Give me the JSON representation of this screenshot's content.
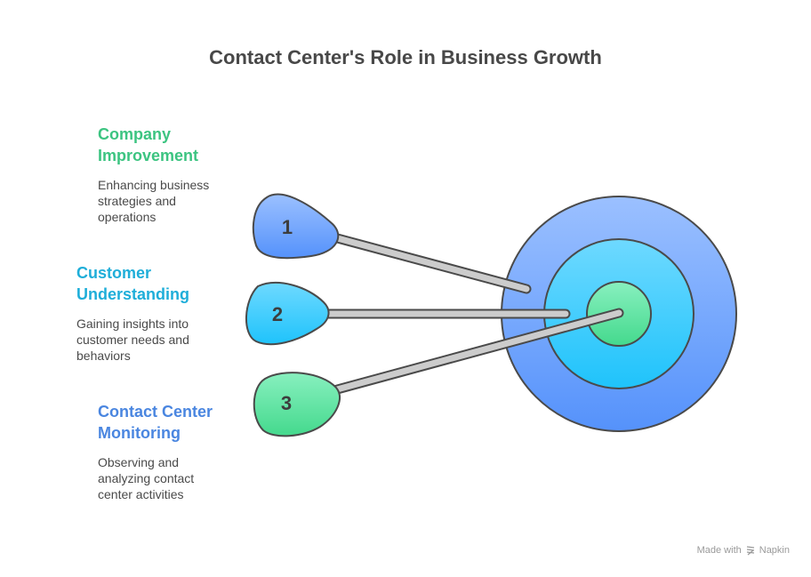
{
  "title": "Contact Center's Role in Business Growth",
  "items": [
    {
      "number": "1",
      "heading": "Company Improvement",
      "heading_lines": [
        "Company",
        "Improvement"
      ],
      "description_lines": [
        "Enhancing business",
        "strategies and",
        "operations"
      ],
      "color": "#3cc481",
      "badge_colors": [
        "#9bc0ff",
        "#5592fb"
      ]
    },
    {
      "number": "2",
      "heading": "Customer Understanding",
      "heading_lines": [
        "Customer",
        "Understanding"
      ],
      "description_lines": [
        "Gaining insights into",
        "customer needs and",
        "behaviors"
      ],
      "color": "#1faed9",
      "badge_colors": [
        "#6ed9ff",
        "#1fc3fb"
      ]
    },
    {
      "number": "3",
      "heading": "Contact Center Monitoring",
      "heading_lines": [
        "Contact Center",
        "Monitoring"
      ],
      "description_lines": [
        "Observing and",
        "analyzing contact",
        "center activities"
      ],
      "color": "#4a86e0",
      "badge_colors": [
        "#88f0bf",
        "#44d98d"
      ]
    }
  ],
  "target": {
    "rings": [
      {
        "name": "outer",
        "colors": [
          "#9bc0ff",
          "#5592fb"
        ]
      },
      {
        "name": "middle",
        "colors": [
          "#6ed9ff",
          "#1fc3fb"
        ]
      },
      {
        "name": "inner",
        "colors": [
          "#88f0bf",
          "#44d98d"
        ]
      }
    ]
  },
  "colors": {
    "outline": "#4a4a4a",
    "dart_shaft": "#cccccc"
  },
  "footer": {
    "made_with": "Made with",
    "brand": "Napkin"
  }
}
